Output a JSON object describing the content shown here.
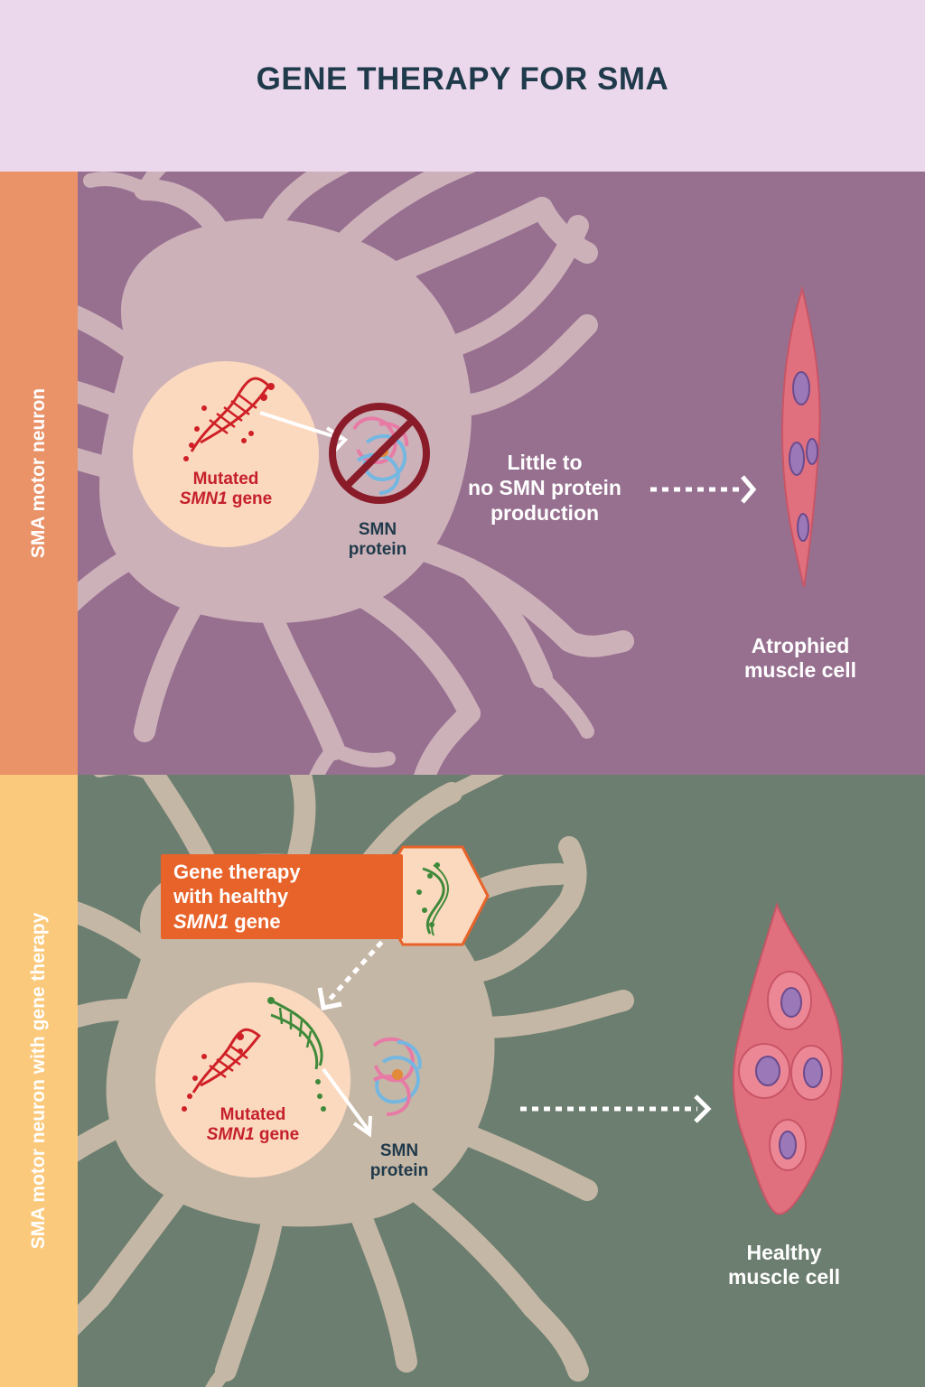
{
  "title": "GENE THERAPY FOR SMA",
  "top_panel": {
    "side_label": "SMA motor neuron",
    "nucleus_label_line1": "Mutated",
    "nucleus_label_gene": "SMN1",
    "nucleus_label_suffix": " gene",
    "protein_label_line1": "SMN",
    "protein_label_line2": "protein",
    "outcome_line1": "Little to",
    "outcome_line2": "no SMN protein",
    "outcome_line3": "production",
    "muscle_label_line1": "Atrophied",
    "muscle_label_line2": "muscle cell"
  },
  "bottom_panel": {
    "side_label": "SMA motor neuron with gene therapy",
    "callout_line1": "Gene therapy",
    "callout_line2": "with healthy",
    "callout_gene": "SMN1",
    "callout_suffix": " gene",
    "nucleus_label_line1": "Mutated",
    "nucleus_label_gene": "SMN1",
    "nucleus_label_suffix": " gene",
    "protein_label_line1": "SMN",
    "protein_label_line2": "protein",
    "muscle_label_line1": "Healthy",
    "muscle_label_line2": "muscle cell"
  },
  "colors": {
    "header_bg": "#ecd8ec",
    "top_panel_bg": "#977090",
    "bottom_panel_bg": "#6c7e6f",
    "top_tab": "#ea9268",
    "bottom_tab": "#fbc97b",
    "neuron_top": "#cdb1b9",
    "neuron_bottom": "#c5b7a6",
    "nucleus": "#fbd9bf",
    "mutated_dna": "#cf2027",
    "healthy_dna": "#3f8a3a",
    "callout": "#e7632a",
    "muscle": "#e1707f",
    "muscle_nucleus": "#9b78b8"
  }
}
